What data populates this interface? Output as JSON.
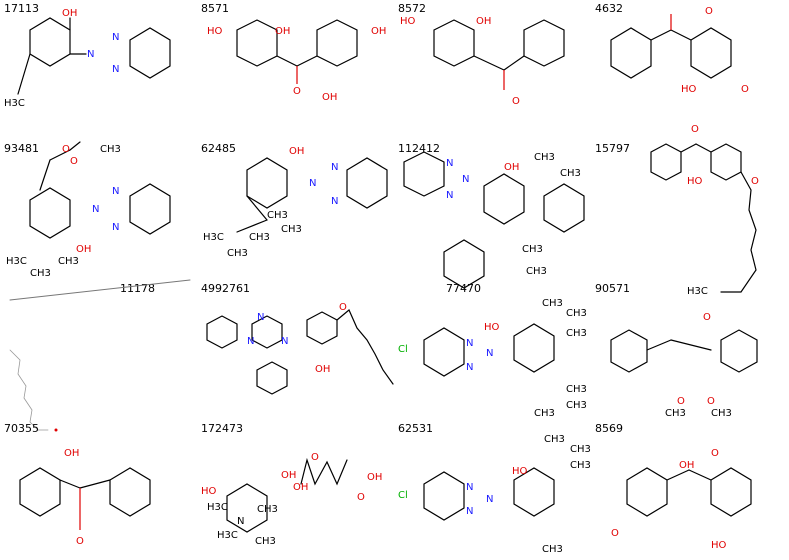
{
  "molecules": [
    {
      "id": "17113",
      "labels": [
        "OH",
        "N",
        "N",
        "N",
        "H3C"
      ]
    },
    {
      "id": "8571",
      "labels": [
        "HO",
        "OH",
        "OH",
        "OH",
        "O"
      ]
    },
    {
      "id": "8572",
      "labels": [
        "HO",
        "OH",
        "O"
      ]
    },
    {
      "id": "4632",
      "labels": [
        "O",
        "HO",
        "O"
      ]
    },
    {
      "id": "93481",
      "labels": [
        "O",
        "O",
        "CH3",
        "N",
        "N",
        "N",
        "OH",
        "H3C",
        "CH3",
        "CH3"
      ]
    },
    {
      "id": "62485",
      "labels": [
        "OH",
        "N",
        "N",
        "N",
        "CH3",
        "CH3",
        "H3C",
        "CH3",
        "CH3"
      ]
    },
    {
      "id": "112412",
      "labels": [
        "N",
        "N",
        "N",
        "OH",
        "CH3",
        "CH3",
        "CH3",
        "CH3"
      ]
    },
    {
      "id": "15797",
      "labels": [
        "O",
        "HO",
        "O",
        "H3C"
      ]
    },
    {
      "id": "11178",
      "labels": []
    },
    {
      "id": "4992761",
      "labels": [
        "N",
        "N",
        "N",
        "OH",
        "O"
      ]
    },
    {
      "id": "77470",
      "labels": [
        "HO",
        "CH3",
        "CH3",
        "CH3",
        "Cl",
        "N",
        "N",
        "N",
        "CH3",
        "CH3",
        "CH3"
      ]
    },
    {
      "id": "90571",
      "labels": [
        "O",
        "O",
        "O",
        "CH3",
        "CH3"
      ]
    },
    {
      "id": "70355",
      "labels": [
        "OH",
        "O"
      ]
    },
    {
      "id": "172473",
      "labels": [
        "OH",
        "HO",
        "N",
        "OH",
        "O",
        "O",
        "OH",
        "H3C",
        "CH3",
        "H3C",
        "CH3"
      ]
    },
    {
      "id": "62531",
      "labels": [
        "HO",
        "CH3",
        "CH3",
        "CH3",
        "Cl",
        "N",
        "N",
        "N",
        "CH3"
      ]
    },
    {
      "id": "8569",
      "labels": [
        "OH",
        "O",
        "O",
        "HO"
      ]
    }
  ]
}
